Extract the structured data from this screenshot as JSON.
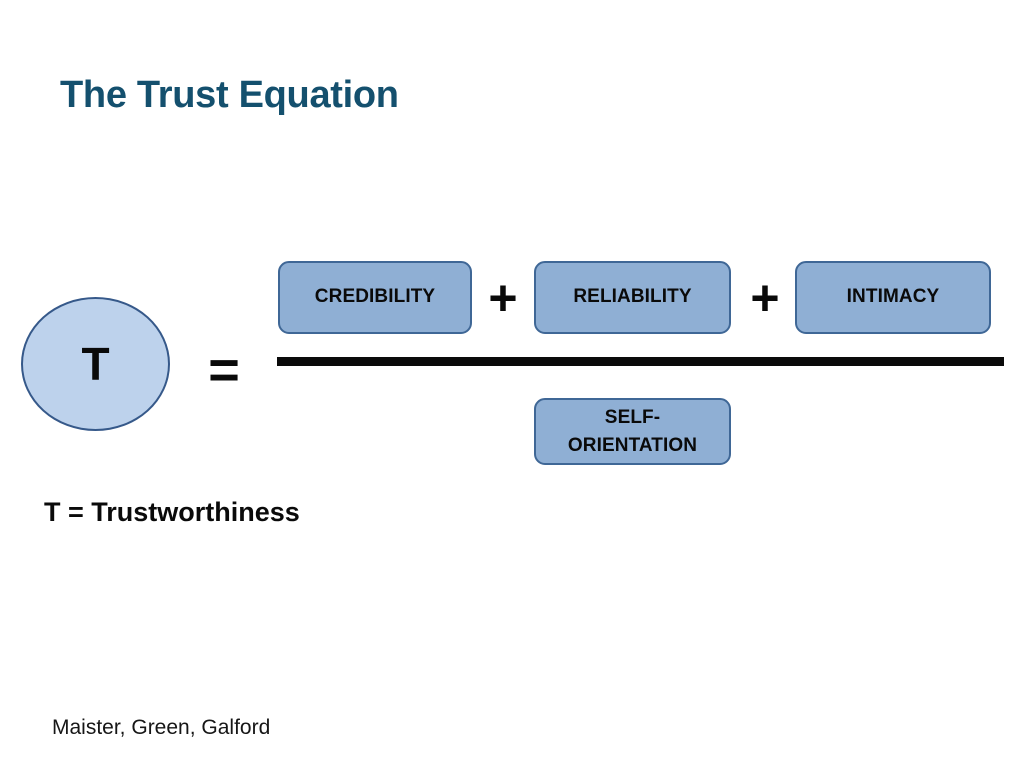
{
  "slide": {
    "title": "The Trust Equation",
    "background_color": "#ffffff",
    "title_color": "#14506e"
  },
  "equation": {
    "result": {
      "symbol": "T",
      "shape": "circle",
      "fill_color": "#bdd2ec",
      "border_color": "#36598a"
    },
    "equals_symbol": "=",
    "numerator": {
      "terms": [
        {
          "label": "CREDIBILITY"
        },
        {
          "label": "RELIABILITY"
        },
        {
          "label": "INTIMACY"
        }
      ],
      "operators": [
        "+",
        "+"
      ]
    },
    "denominator": {
      "terms": [
        {
          "label": "SELF-\nORIENTATION"
        }
      ]
    },
    "box_fill_color": "#8fafd4",
    "box_border_color": "#3f6796",
    "fraction_bar_color": "#0a0a0a"
  },
  "legend": {
    "definition": "T = Trustworthiness"
  },
  "footer": {
    "attribution": "Maister, Green, Galford"
  }
}
